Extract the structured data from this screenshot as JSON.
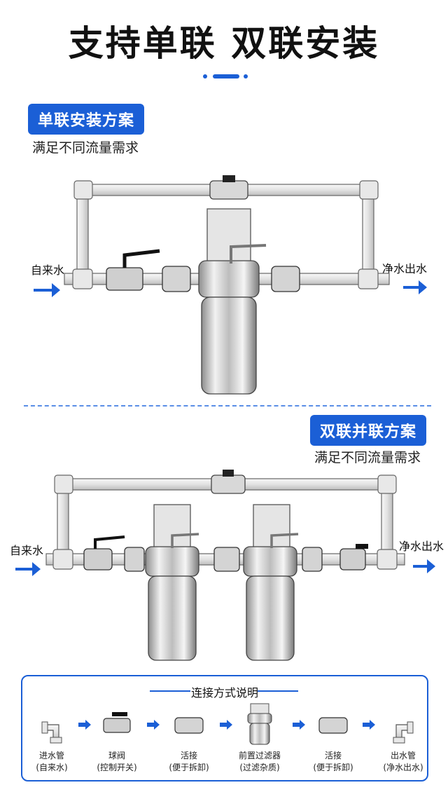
{
  "header": {
    "title": "支持单联 双联安装"
  },
  "single": {
    "badge": "单联安装方案",
    "subtitle": "满足不同流量需求",
    "inlet_label": "自来水",
    "outlet_label": "净水出水"
  },
  "double": {
    "badge": "双联并联方案",
    "subtitle": "满足不同流量需求",
    "inlet_label": "自来水",
    "outlet_label": "净水出水"
  },
  "legend": {
    "title": "连接方式说明",
    "items": [
      {
        "name": "进水管",
        "note": "(自来水)"
      },
      {
        "name": "球阀",
        "note": "(控制开关)"
      },
      {
        "name": "活接",
        "note": "(便于拆卸)"
      },
      {
        "name": "前置过滤器",
        "note": "(过滤杂质)"
      },
      {
        "name": "活接",
        "note": "(便于拆卸)"
      },
      {
        "name": "出水管",
        "note": "(净水出水)"
      }
    ]
  },
  "colors": {
    "accent": "#1b5fd6",
    "pipe": "#e9e9e9",
    "steel": "#c9c9c9"
  }
}
